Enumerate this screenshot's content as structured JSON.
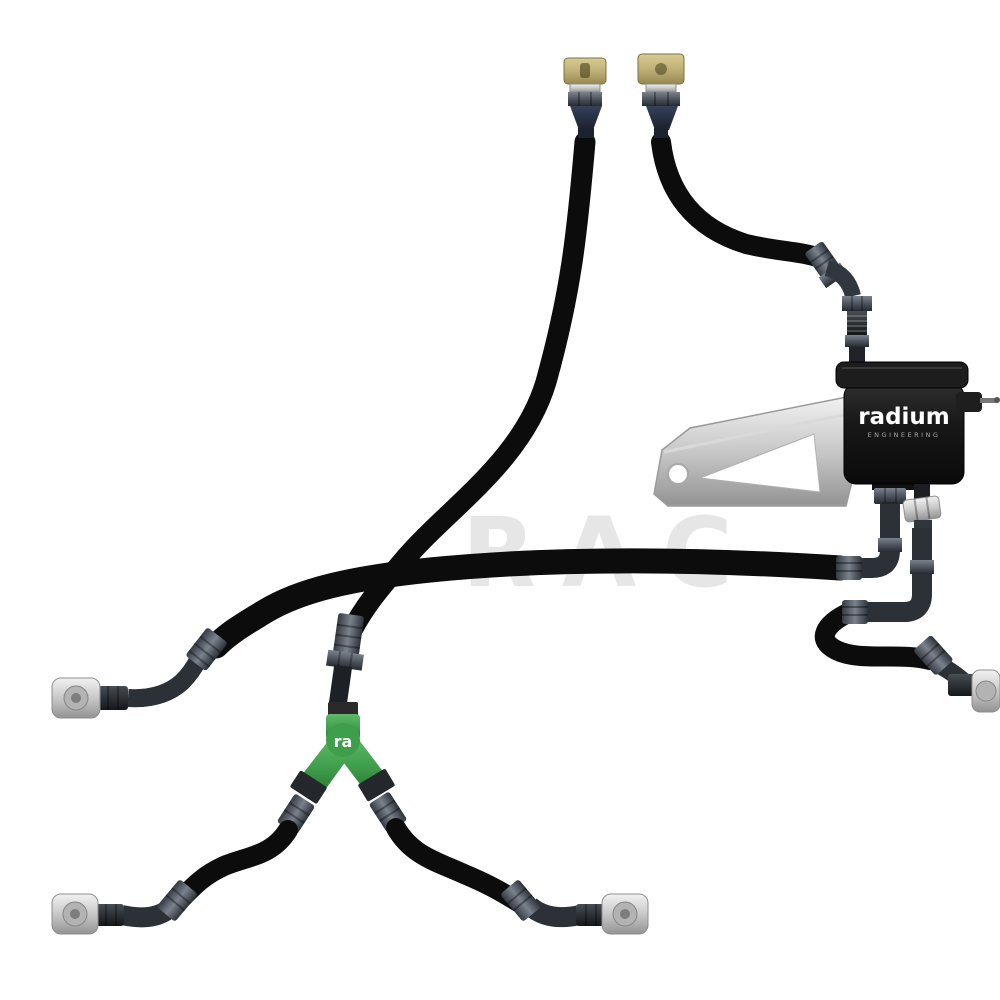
{
  "watermark": "RAC",
  "labels": {
    "regulator_logo": "radium",
    "regulator_sub": "ENGINEERING",
    "y_block_logo": "ra"
  },
  "colors": {
    "hose": "#0c0c0c",
    "regulator-body": "#141414",
    "y-green": "#3f9e4b",
    "silver": "#c9c9c9",
    "gunmetal": "#4d545d",
    "navy": "#263040",
    "brass": "#b3a36b",
    "background": "#ffffff"
  }
}
